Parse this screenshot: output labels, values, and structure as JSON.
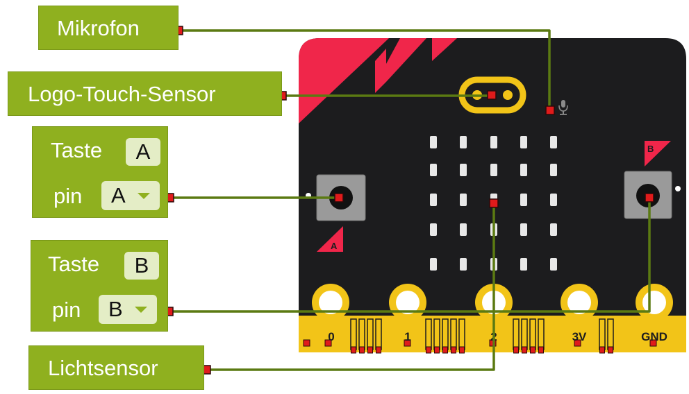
{
  "blocks": {
    "mikrofon": {
      "label": "Mikrofon"
    },
    "logo": {
      "label": "Logo-Touch-Sensor"
    },
    "button_a": {
      "title": "Taste",
      "title_value": "A",
      "pin_label": "pin",
      "pin_value": "A"
    },
    "button_b": {
      "title": "Taste",
      "title_value": "B",
      "pin_label": "pin",
      "pin_value": "B"
    },
    "licht": {
      "label": "Lichtsensor"
    }
  },
  "board": {
    "button_a_marker": "A",
    "button_b_marker": "B",
    "pins": [
      "0",
      "1",
      "2",
      "3V",
      "GND"
    ],
    "led_rows": 5,
    "led_cols": 5
  },
  "colors": {
    "block_green": "#8fb01f",
    "chip_bg": "#e4edc6",
    "board_black": "#1c1c1e",
    "edge_gold": "#f2c418",
    "accent_red": "#f0264a",
    "wire": "#5b7a12",
    "marker_red": "#e01b1b",
    "led": "#e8e8e8"
  },
  "icons": [
    "microphone-icon",
    "dropdown-arrow-icon"
  ]
}
